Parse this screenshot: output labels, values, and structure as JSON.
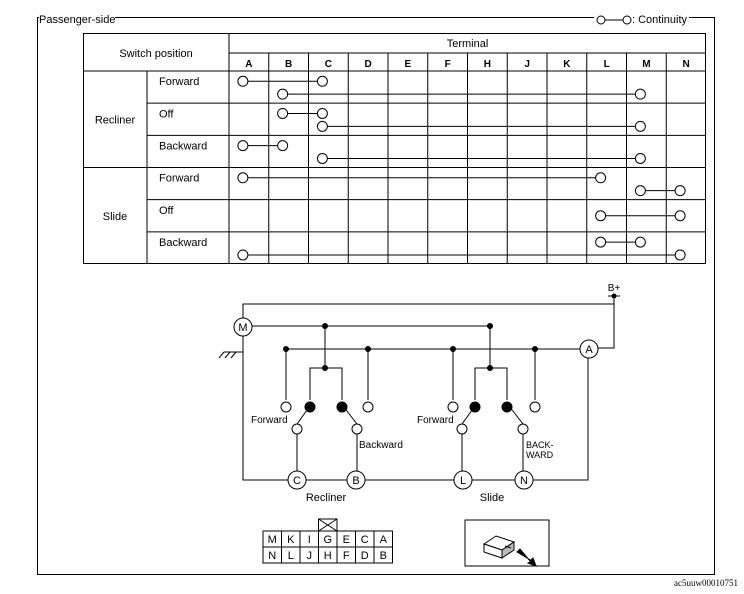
{
  "title": "Passenger-side",
  "legend": {
    "label": ": Continuity"
  },
  "table": {
    "switch_position_label": "Switch position",
    "terminal_label": "Terminal",
    "terminals": [
      "A",
      "B",
      "C",
      "D",
      "E",
      "F",
      "H",
      "J",
      "K",
      "L",
      "M",
      "N"
    ],
    "groups": [
      {
        "name": "Recliner",
        "rows": [
          {
            "label": "Forward",
            "continuity": [
              [
                "A",
                "C"
              ],
              [
                "B",
                "M"
              ]
            ]
          },
          {
            "label": "Off",
            "continuity": [
              [
                "B",
                "C"
              ],
              [
                "C",
                "M"
              ]
            ]
          },
          {
            "label": "Backward",
            "continuity": [
              [
                "A",
                "B"
              ],
              [
                "C",
                "M"
              ]
            ]
          }
        ]
      },
      {
        "name": "Slide",
        "rows": [
          {
            "label": "Forward",
            "continuity": [
              [
                "A",
                "L"
              ],
              [
                "M",
                "N"
              ]
            ]
          },
          {
            "label": "Off",
            "continuity": [
              [
                "L",
                "N"
              ]
            ]
          },
          {
            "label": "Backward",
            "continuity": [
              [
                "L",
                "M"
              ],
              [
                "A",
                "N"
              ]
            ]
          }
        ]
      }
    ]
  },
  "diagram": {
    "terminal_M": "M",
    "terminal_A": "A",
    "terminal_C": "C",
    "terminal_B": "B",
    "terminal_L": "L",
    "terminal_N": "N",
    "battery_label": "B+",
    "recliner_forward": "Forward",
    "recliner_backward": "Backward",
    "recliner_label": "Recliner",
    "slide_forward": "Forward",
    "slide_backward_line1": "BACK-",
    "slide_backward_line2": "WARD",
    "slide_label": "Slide"
  },
  "connector": {
    "top_row": [
      "M",
      "K",
      "I",
      "G",
      "E",
      "C",
      "A"
    ],
    "bottom_row": [
      "N",
      "L",
      "J",
      "H",
      "F",
      "D",
      "B"
    ]
  },
  "footer": "ac5uuw00010751"
}
